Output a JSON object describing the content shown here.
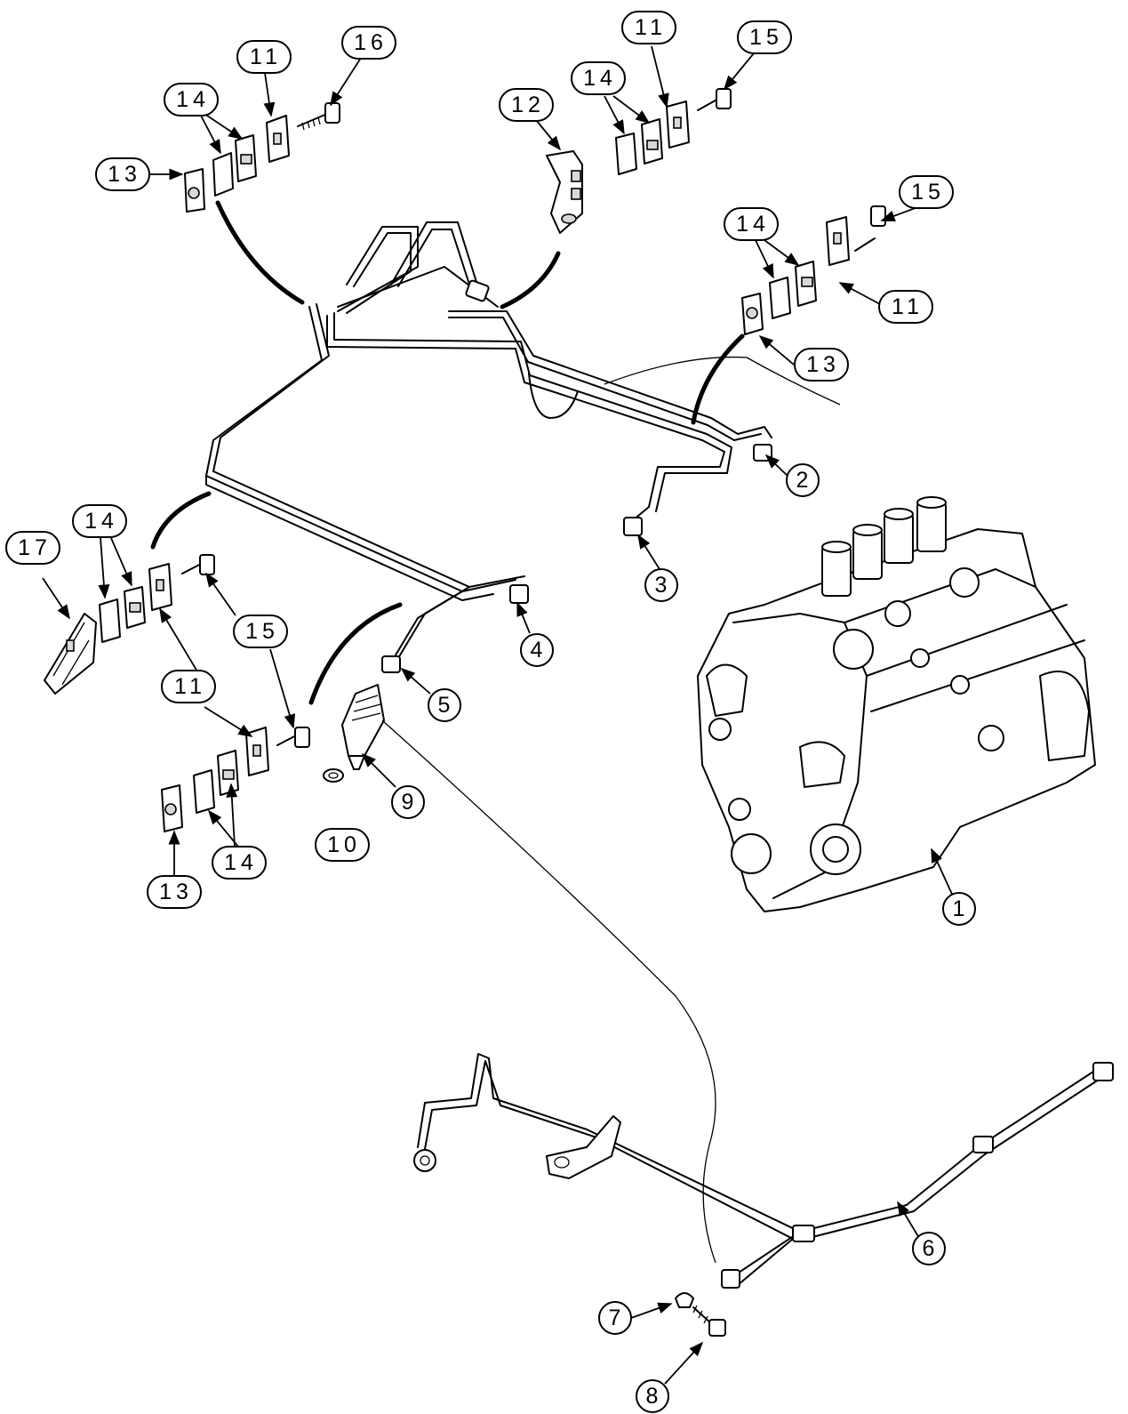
{
  "callouts": [
    {
      "id": "c16",
      "label": "16"
    },
    {
      "id": "c11a",
      "label": "11"
    },
    {
      "id": "c14a",
      "label": "14"
    },
    {
      "id": "c13a",
      "label": "13"
    },
    {
      "id": "c12",
      "label": "12"
    },
    {
      "id": "c11b",
      "label": "11"
    },
    {
      "id": "c15a",
      "label": "15"
    },
    {
      "id": "c14b",
      "label": "14"
    },
    {
      "id": "c15b",
      "label": "15"
    },
    {
      "id": "c14c",
      "label": "14"
    },
    {
      "id": "c11c",
      "label": "11"
    },
    {
      "id": "c13b",
      "label": "13"
    },
    {
      "id": "c2",
      "label": "2"
    },
    {
      "id": "c3",
      "label": "3"
    },
    {
      "id": "c17",
      "label": "17"
    },
    {
      "id": "c14d",
      "label": "14"
    },
    {
      "id": "c15c",
      "label": "15"
    },
    {
      "id": "c4",
      "label": "4"
    },
    {
      "id": "c5",
      "label": "5"
    },
    {
      "id": "c11d",
      "label": "11"
    },
    {
      "id": "c9",
      "label": "9"
    },
    {
      "id": "c10",
      "label": "10"
    },
    {
      "id": "c14e",
      "label": "14"
    },
    {
      "id": "c13c",
      "label": "13"
    },
    {
      "id": "c1",
      "label": "1"
    },
    {
      "id": "c6",
      "label": "6"
    },
    {
      "id": "c7",
      "label": "7"
    },
    {
      "id": "c8",
      "label": "8"
    }
  ]
}
